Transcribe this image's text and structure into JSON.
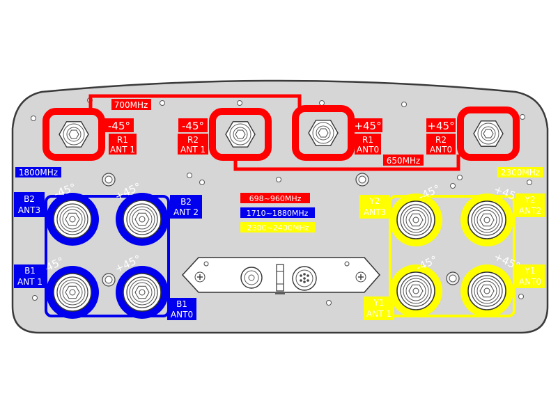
{
  "colors": {
    "red": "#ff0000",
    "blue": "#0000ee",
    "yellow": "#ffff00",
    "panel": "#d6d6d6",
    "outline": "#3a3a3a"
  },
  "bands": {
    "f700": "700MHz",
    "f650": "650MHz",
    "f1800": "1800MHz",
    "f2300": "2300MHz"
  },
  "legend": {
    "red": "698~960MHz",
    "blue": "1710~1880MHz",
    "yellow": "2300~2400MHz"
  },
  "ports": {
    "r1_ant1": {
      "pol": "-45°",
      "name": "R1",
      "ant": "ANT 1"
    },
    "r2_ant1": {
      "pol": "-45°",
      "name": "R2",
      "ant": "ANT 1"
    },
    "r1_ant0": {
      "pol": "+45°",
      "name": "R1",
      "ant": "ANT0"
    },
    "r2_ant0": {
      "pol": "+45°",
      "name": "R2",
      "ant": "ANT0"
    },
    "b2_ant3": {
      "pol": "-45°",
      "name": "B2",
      "ant": "ANT3"
    },
    "b2_ant2": {
      "pol": "+45°",
      "name": "B2",
      "ant": "ANT 2"
    },
    "b1_ant1": {
      "pol": "-45°",
      "name": "B1",
      "ant": "ANT 1"
    },
    "b1_ant0": {
      "pol": "+45°",
      "name": "B1",
      "ant": "ANT0"
    },
    "y2_ant3": {
      "pol": "-45°",
      "name": "Y2",
      "ant": "ANT3"
    },
    "y2_ant2": {
      "pol": "+45°",
      "name": "Y2",
      "ant": "ANT2"
    },
    "y1_ant1": {
      "pol": "-45°",
      "name": "Y1",
      "ant": "ANT 1"
    },
    "y1_ant0": {
      "pol": "+45°",
      "name": "Y1",
      "ant": "ANT0"
    }
  }
}
